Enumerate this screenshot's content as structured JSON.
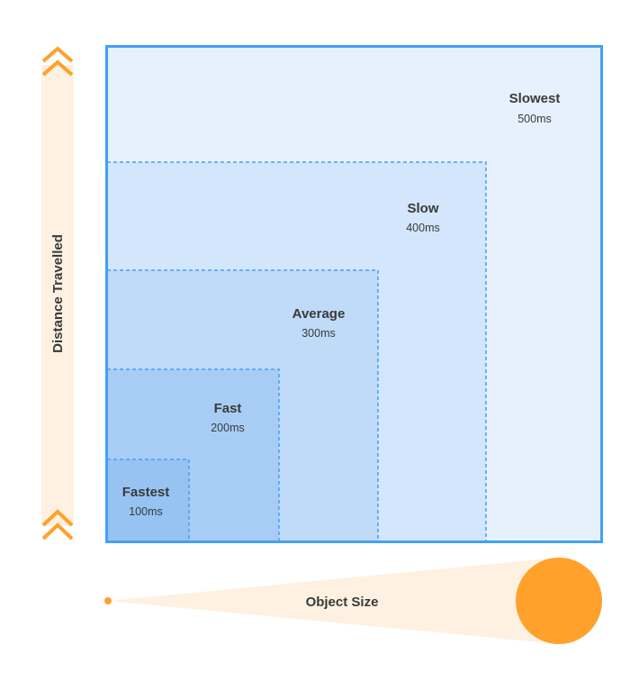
{
  "y_axis": {
    "label": "Distance Travelled"
  },
  "x_axis": {
    "label": "Object Size"
  },
  "zones": [
    {
      "name": "Slowest",
      "duration": "500ms",
      "color": "#e6f1fd"
    },
    {
      "name": "Slow",
      "duration": "400ms",
      "color": "#d3e6fb"
    },
    {
      "name": "Average",
      "duration": "300ms",
      "color": "#bfdbf8"
    },
    {
      "name": "Fast",
      "duration": "200ms",
      "color": "#a8cdf5"
    },
    {
      "name": "Fastest",
      "duration": "100ms",
      "color": "#96c3f2"
    }
  ],
  "colors": {
    "border": "#42a0f5",
    "accent": "#ffa12b",
    "accent_light": "#fef1e1"
  }
}
